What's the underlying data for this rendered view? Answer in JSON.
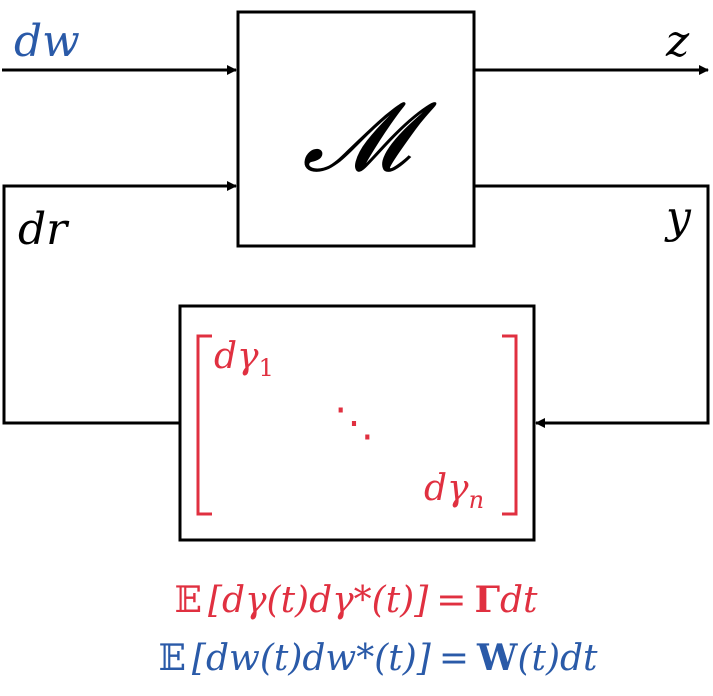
{
  "colors": {
    "blue": "#2a5aa8",
    "red": "#e03040",
    "black": "#000000"
  },
  "signals": {
    "input_disturbance": "dw",
    "output_performance": "z",
    "feedback_input": "dr",
    "feedback_output": "y"
  },
  "plant_block": {
    "label": "𝓜"
  },
  "uncertainty_block": {
    "first_entry_base": "dγ",
    "first_entry_sub": "1",
    "dots": "⋱",
    "last_entry_base": "dγ",
    "last_entry_sub": "n"
  },
  "equations": {
    "gamma_eq": {
      "expectation": "𝔼",
      "bracket_content": "[dγ(t)dγ*(t)]",
      "equals": "=",
      "rhs_bold": "Γ",
      "rhs_rest": "dt"
    },
    "w_eq": {
      "expectation": "𝔼",
      "bracket_content": "[dw(t)dw*(t)]",
      "equals": "=",
      "rhs_bold": "W",
      "rhs_rest": "(t)dt"
    }
  }
}
